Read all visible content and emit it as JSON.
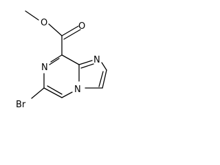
{
  "molecule": {
    "atoms": {
      "methoxy_oxygen": "O",
      "carbonyl_oxygen": "O",
      "pyrazine_n7": "N",
      "imidazole_n1": "N",
      "bridgehead_n4": "N",
      "bromine": "Br"
    },
    "line_color": "#000000"
  }
}
